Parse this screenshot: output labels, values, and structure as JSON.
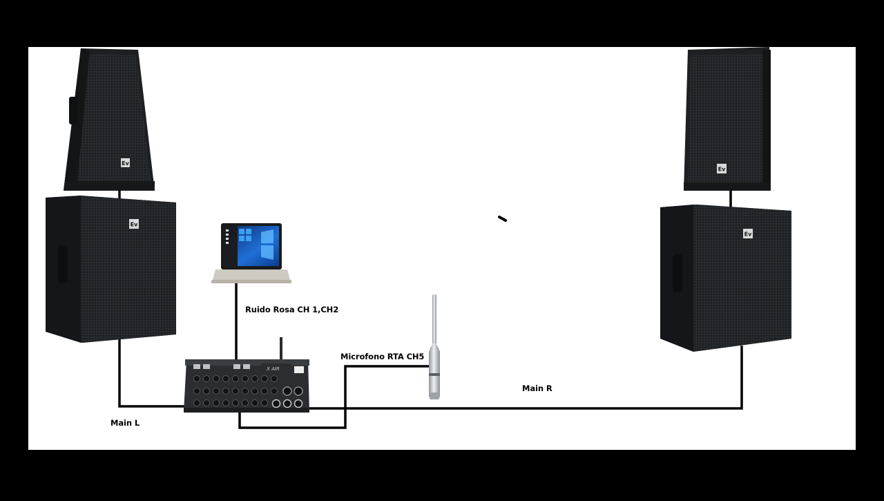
{
  "colors": {
    "frame": "#000000",
    "canvas": "#ffffff",
    "cable": "#000000",
    "speaker_body": "#1f2124",
    "speaker_grille": "#2a2d31",
    "mixer_body": "#2b2d30",
    "mic_body": "#c9ccd0"
  },
  "labels": {
    "main_l": "Main L",
    "main_r": "Main R",
    "ruido_rosa": "Ruido Rosa CH 1,CH2",
    "microfono": "Microfono RTA CH5"
  },
  "logos": {
    "speaker_badge": "Ev",
    "mixer_brand": "X AIR"
  },
  "icons": {
    "laptop": "laptop-icon",
    "speaker": "loudspeaker-icon",
    "subwoofer": "subwoofer-icon",
    "mixer": "digital-mixer-icon",
    "microphone": "measurement-microphone-icon"
  }
}
